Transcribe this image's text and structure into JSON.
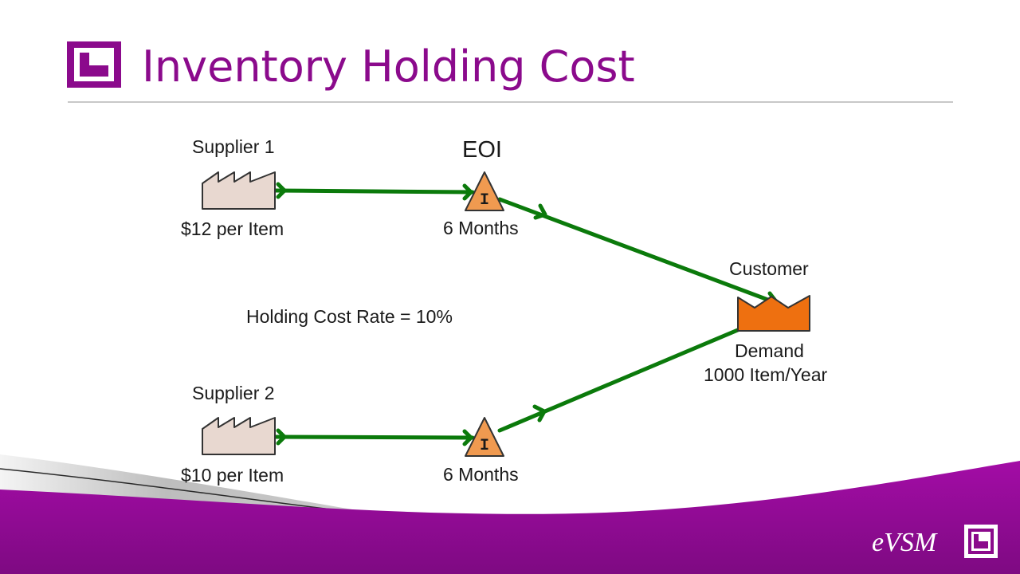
{
  "slide": {
    "title": "Inventory Holding Cost",
    "brand": "eVSM"
  },
  "diagram": {
    "holding_cost_rate": "Holding Cost Rate = 10%",
    "supplier_1": {
      "name": "Supplier 1",
      "price": "$12 per Item"
    },
    "supplier_2": {
      "name": "Supplier 2",
      "price": "$10 per Item"
    },
    "inventory_1": {
      "heading": "EOI",
      "symbol": "I",
      "duration": "6 Months"
    },
    "inventory_2": {
      "symbol": "I",
      "duration": "6 Months"
    },
    "customer": {
      "name": "Customer",
      "demand_label": "Demand",
      "demand_value": "1000 Item/Year"
    }
  },
  "colors": {
    "title": "#8b0a8c",
    "footer_band": "#960a99",
    "arrow": "#0b7a0b",
    "factory_fill": "#e8d8d0",
    "inventory_fill": "#f09a50",
    "customer_fill": "#ee7010"
  }
}
